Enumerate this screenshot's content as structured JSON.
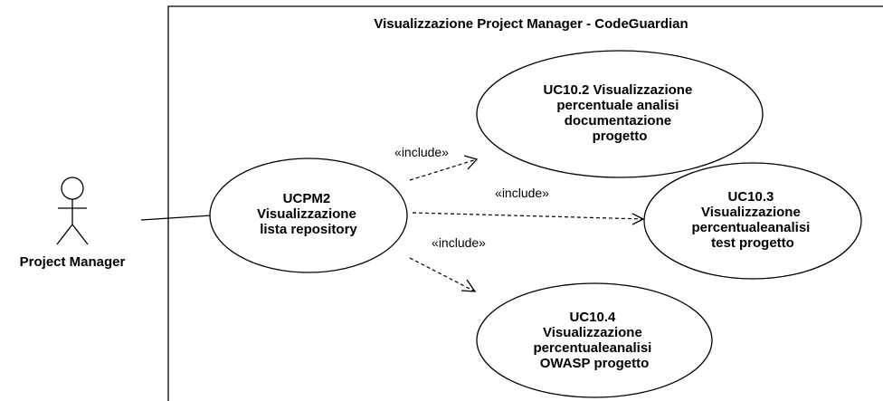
{
  "system": {
    "title": "Visualizzazione Project Manager - CodeGuardian"
  },
  "actor": {
    "name": "Project Manager"
  },
  "use_cases": {
    "main": [
      "UCPM2",
      "Visualizzazione",
      "lista repository"
    ],
    "uc10_2": [
      "UC10.2 Visualizzazione",
      "percentuale analisi",
      "documentazione",
      "progetto"
    ],
    "uc10_3": [
      "UC10.3",
      "Visualizzazione",
      "percentualeanalisi",
      "test progetto"
    ],
    "uc10_4": [
      "UC10.4",
      "Visualizzazione",
      "percentualeanalisi",
      "OWASP progetto"
    ]
  },
  "relations": {
    "include_1": "«include»",
    "include_2": "«include»",
    "include_3": "«include»"
  }
}
